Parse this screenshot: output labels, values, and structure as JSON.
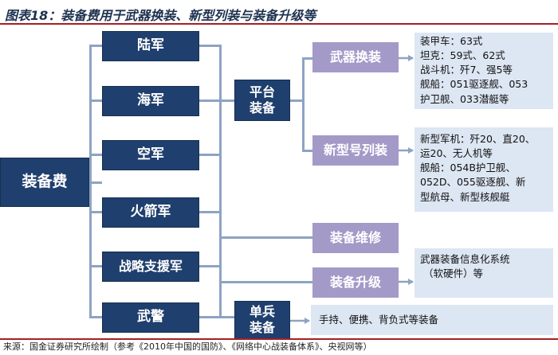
{
  "title": "图表18：装备费用于武器换装、新型列装与装备升级等",
  "root": "装备费",
  "branches": [
    "陆军",
    "海军",
    "空军",
    "火箭军",
    "战略支援军",
    "武警"
  ],
  "platform": {
    "label_line1": "平台",
    "label_line2": "装备",
    "weapon_refit": {
      "label": "武器换装",
      "details": [
        "装甲车：63式",
        "坦克：59式、62式",
        "战斗机：歼7、强5等",
        "舰船：051驱逐舰、053",
        "护卫舰、033潜艇等"
      ]
    },
    "new_models": {
      "label": "新型号列装",
      "details": [
        "新型军机：歼20、直20、",
        "运20、无人机等",
        "舰船：054B护卫舰、",
        "052D、055驱逐舰、新",
        "型航母、新型核舰艇"
      ]
    }
  },
  "maintenance": {
    "label": "装备维修"
  },
  "upgrade": {
    "label": "装备升级",
    "details": [
      "武器装备信息化系统",
      "（软硬件）等"
    ]
  },
  "soldier": {
    "label_line1": "单兵",
    "label_line2": "装备",
    "details": "手持、便携、背负式等装备"
  },
  "source": "来源：国金证券研究所绘制（参考《2010年中国的国防》、《网络中心战装备体系》、央视网等）",
  "colors": {
    "dark_box": "#1f3f6e",
    "purple_box": "#a49ac8",
    "light_box": "#dde6f3",
    "rule": "#a61f24"
  }
}
